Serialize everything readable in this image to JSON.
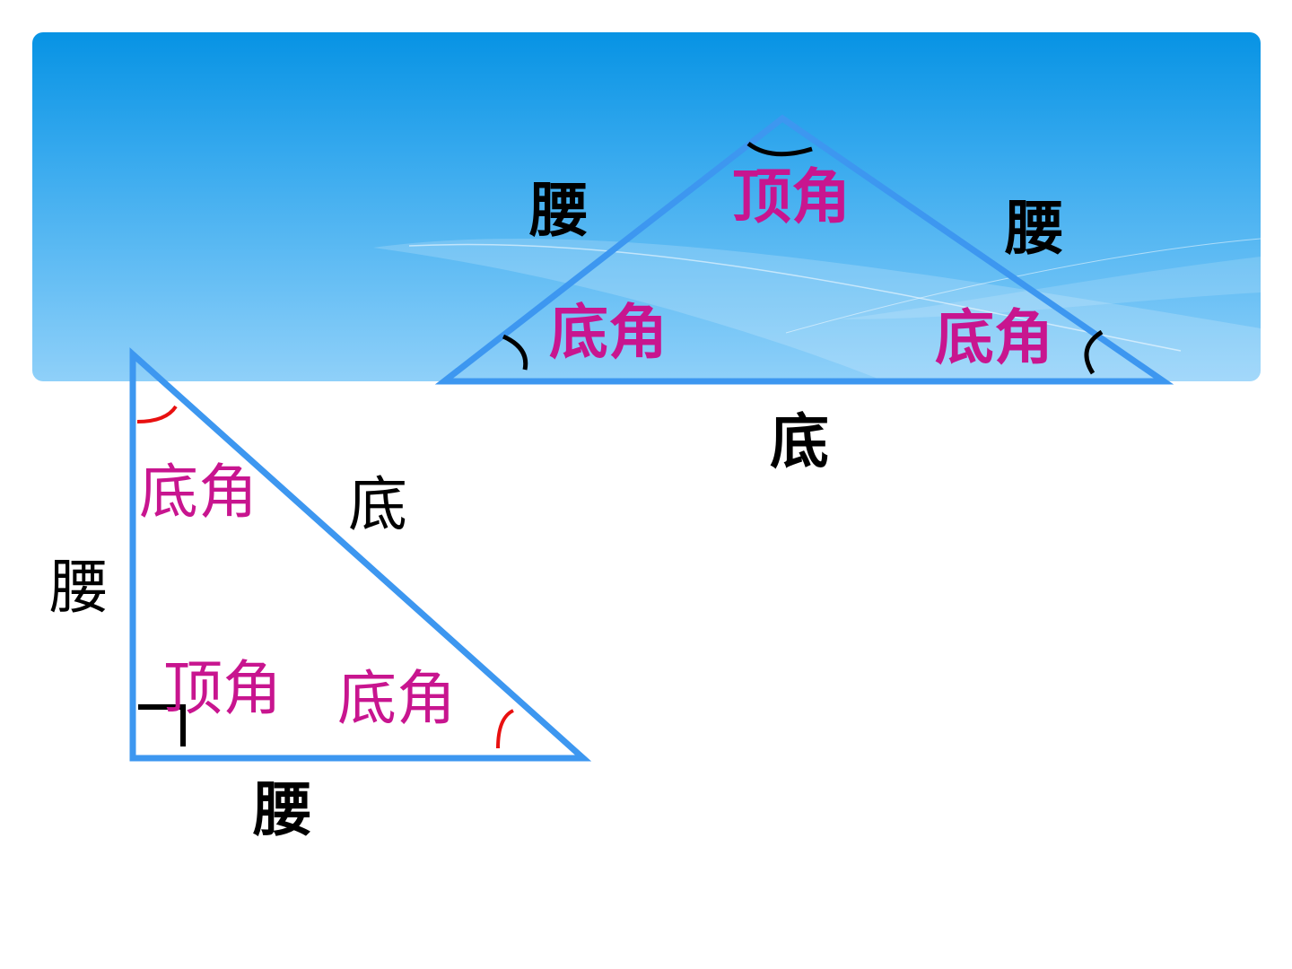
{
  "colors": {
    "triangle_stroke": "#3d97f0",
    "angle_label": "#c8158f",
    "side_label": "#000000",
    "angle_mark_red": "#e81010",
    "angle_mark_black": "#000000",
    "banner_top": "#0793e4",
    "banner_bottom": "#8fd0f9"
  },
  "obtuse_triangle": {
    "left_leg": "腰",
    "right_leg": "腰",
    "base": "底",
    "apex_angle": "顶角",
    "left_base_angle": "底角",
    "right_base_angle": "底角"
  },
  "right_triangle": {
    "vertical_leg": "腰",
    "horizontal_leg": "腰",
    "hypotenuse": "底",
    "top_base_angle": "底角",
    "right_angle": "顶角",
    "right_base_angle": "底角"
  }
}
